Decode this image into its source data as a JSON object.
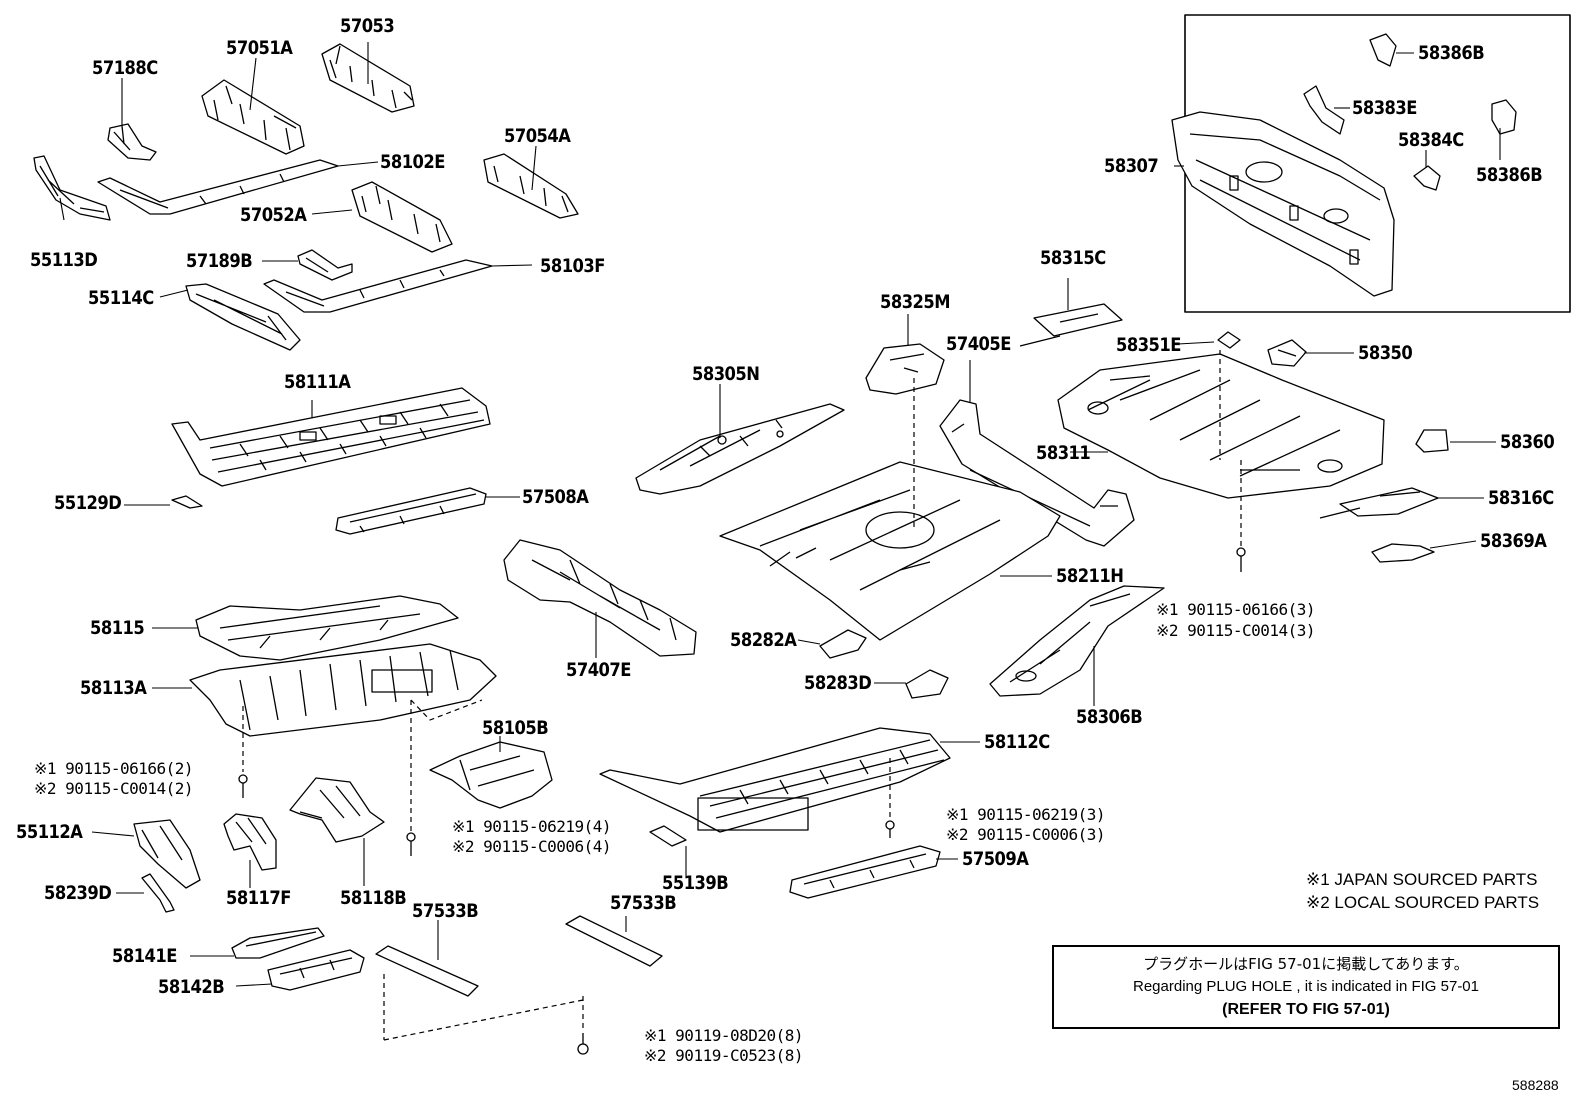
{
  "parts": {
    "p57053": "57053",
    "p57051A": "57051A",
    "p57188C": "57188C",
    "p57054A": "57054A",
    "p58102E": "58102E",
    "p57052A": "57052A",
    "p55113D": "55113D",
    "p57189B": "57189B",
    "p58103F": "58103F",
    "p55114C": "55114C",
    "p58111A": "58111A",
    "p55129D": "55129D",
    "p57508A": "57508A",
    "p58305N": "58305N",
    "p58325M": "58325M",
    "p58315C": "58315C",
    "p57405E": "57405E",
    "p58351E": "58351E",
    "p58350": "58350",
    "p58311": "58311",
    "p58360": "58360",
    "p58316C": "58316C",
    "p58369A": "58369A",
    "p58211H": "58211H",
    "p58115": "58115",
    "p58113A": "58113A",
    "p57407E": "57407E",
    "p58282A": "58282A",
    "p58283D": "58283D",
    "p58306B": "58306B",
    "p58105B": "58105B",
    "p58112C": "58112C",
    "p55112A": "55112A",
    "p58117F": "58117F",
    "p58118B": "58118B",
    "p58239D": "58239D",
    "p57533B_1": "57533B",
    "p57533B_2": "57533B",
    "p55139B": "55139B",
    "p57509A": "57509A",
    "p58141E": "58141E",
    "p58142B": "58142B",
    "p58307": "58307",
    "p58386B_1": "58386B",
    "p58383E": "58383E",
    "p58384C": "58384C",
    "p58386B_2": "58386B"
  },
  "fasteners": {
    "f1a": "※1 90115-06166(2)",
    "f1b": "※2 90115-C0014(2)",
    "f2a": "※1 90115-06219(4)",
    "f2b": "※2 90115-C0006(4)",
    "f3a": "※1 90115-06166(3)",
    "f3b": "※2 90115-C0014(3)",
    "f4a": "※1 90115-06219(3)",
    "f4b": "※2 90115-C0006(3)",
    "f5a": "※1 90119-08D20(8)",
    "f5b": "※2 90119-C0523(8)"
  },
  "legend": {
    "jp": "※1 JAPAN SOURCED PARTS",
    "local": "※2 LOCAL SOURCED PARTS"
  },
  "note": {
    "line1": "プラグホールはFIG 57-01に掲載してあります。",
    "line2": "Regarding  PLUG  HOLE , it is indicated in  FIG  57-01",
    "line3": "(REFER TO FIG 57-01)"
  },
  "figure_number": "588288"
}
